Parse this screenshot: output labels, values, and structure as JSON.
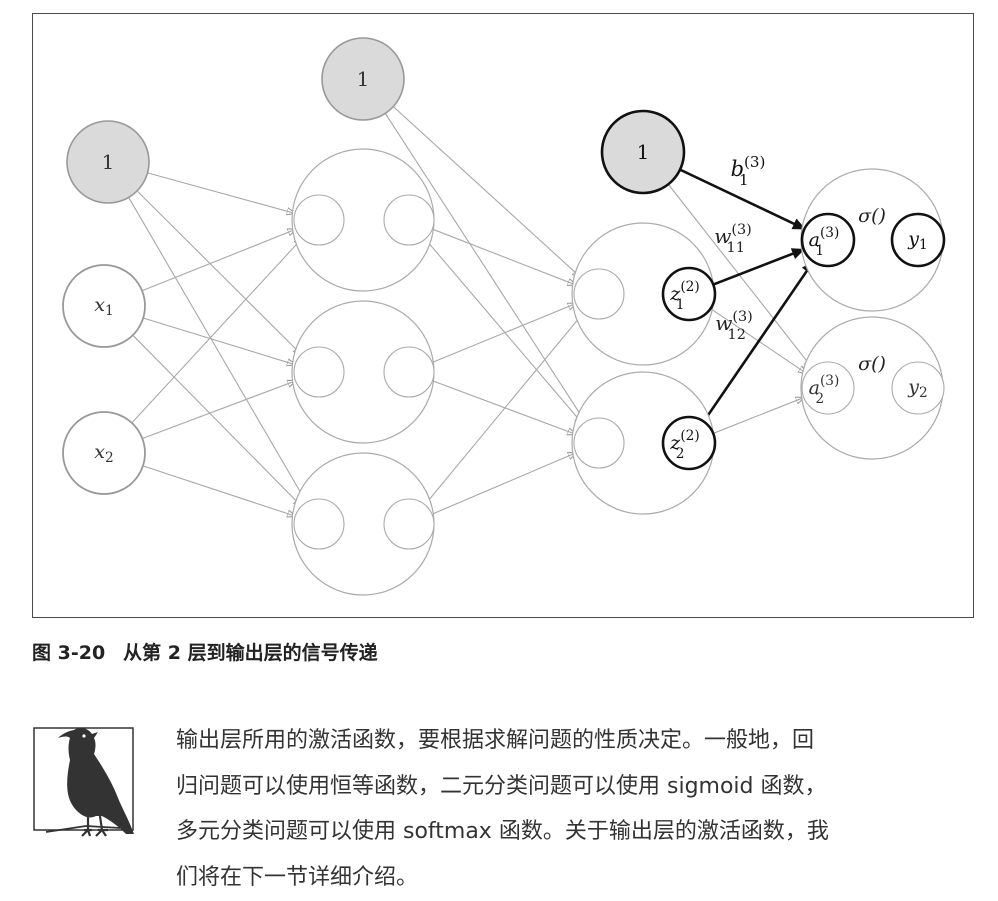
{
  "figure": {
    "bias_label": "1",
    "inputs": [
      {
        "var": "x",
        "sub": "1"
      },
      {
        "var": "x",
        "sub": "2"
      }
    ],
    "layer3": {
      "bias_weight": {
        "var": "b",
        "sub": "1",
        "sup": "(3)"
      },
      "weights": [
        {
          "var": "w",
          "sub": "11",
          "sup": "(3)"
        },
        {
          "var": "w",
          "sub": "12",
          "sup": "(3)"
        }
      ],
      "z_inputs": [
        {
          "var": "z",
          "sub": "1",
          "sup": "(2)"
        },
        {
          "var": "z",
          "sub": "2",
          "sup": "(2)"
        }
      ],
      "a_nodes": [
        {
          "var": "a",
          "sub": "1",
          "sup": "(3)"
        },
        {
          "var": "a",
          "sub": "2",
          "sup": "(3)"
        }
      ],
      "activation_label": "σ()",
      "outputs": [
        {
          "var": "y",
          "sub": "1"
        },
        {
          "var": "y",
          "sub": "2"
        }
      ]
    }
  },
  "caption": {
    "number": "图 3-20",
    "title": "从第 2 层到输出层的信号传递"
  },
  "note": {
    "icon": "crow-icon",
    "lines": [
      "输出层所用的激活函数，要根据求解问题的性质决定。一般地，回",
      "归问题可以使用恒等函数，二元分类问题可以使用 sigmoid 函数，",
      "多元分类问题可以使用 softmax 函数。关于输出层的激活函数，我",
      "们将在下一节详细介绍。"
    ]
  }
}
